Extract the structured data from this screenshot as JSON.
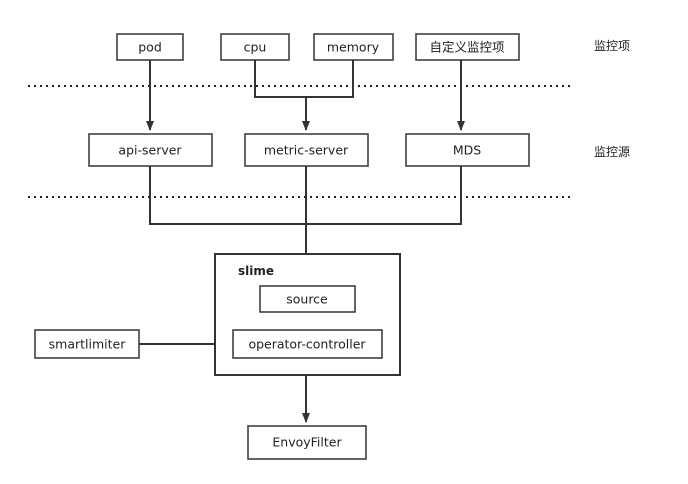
{
  "layers": {
    "metrics_label": "监控项",
    "sources_label": "监控源"
  },
  "metrics": {
    "pod": "pod",
    "cpu": "cpu",
    "memory": "memory",
    "custom": "自定义监控项"
  },
  "sources": {
    "api_server": "api-server",
    "metric_server": "metric-server",
    "mds": "MDS"
  },
  "slime": {
    "title": "slime",
    "source": "source",
    "operator_controller": "operator-controller"
  },
  "smartlimiter": "smartlimiter",
  "envoyfilter": "EnvoyFilter",
  "colors": {
    "stroke": "#333333",
    "text": "#222222",
    "background": "#ffffff"
  }
}
